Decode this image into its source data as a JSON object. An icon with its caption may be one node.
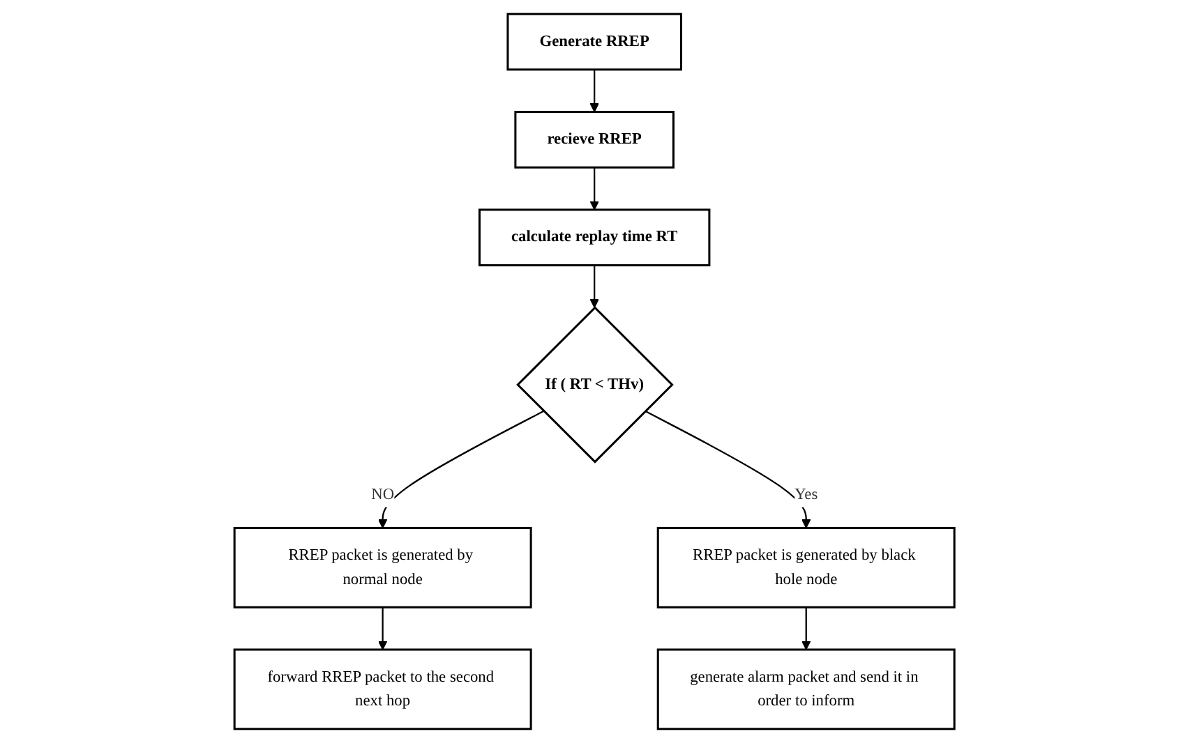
{
  "diagram": {
    "nodes": [
      {
        "text": [
          "Generate RREP"
        ]
      },
      {
        "text": [
          "recieve RREP"
        ]
      },
      {
        "text": [
          "calculate replay time RT"
        ]
      },
      {
        "text": [
          "If ( RT < THv)"
        ]
      },
      {
        "text": [
          "RREP packet is generated by normal node"
        ]
      },
      {
        "text": [
          "RREP packet is generated by black hole node"
        ]
      },
      {
        "text": [
          "forward RREP packet to the second next hop"
        ]
      },
      {
        "text": [
          "generate alarm packet and send it in order to inform"
        ]
      }
    ],
    "edges": [
      {
        "from": 0,
        "to": 1,
        "arrow": "to"
      },
      {
        "from": 1,
        "to": 2,
        "arrow": "to"
      },
      {
        "from": 2,
        "to": 3,
        "arrow": "to"
      },
      {
        "from": 3,
        "to": 4,
        "arrow": "to",
        "label": "NO"
      },
      {
        "from": 3,
        "to": 5,
        "arrow": "to",
        "label": "Yes"
      },
      {
        "from": 4,
        "to": 6,
        "arrow": "to"
      },
      {
        "from": 5,
        "to": 7,
        "arrow": "to"
      }
    ]
  }
}
